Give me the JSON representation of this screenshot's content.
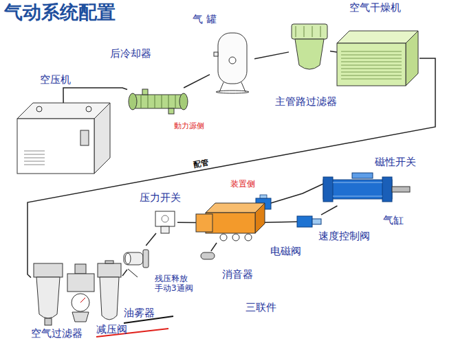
{
  "diagram": {
    "title": "气动系统配置",
    "nodes": [
      {
        "text": [
          "空压机"
        ]
      },
      {
        "text": [
          "后冷却器"
        ]
      },
      {
        "text": [
          "气 罐"
        ]
      },
      {
        "text": [
          "主管路过滤器"
        ]
      },
      {
        "text": [
          "空气干燥机"
        ]
      },
      {
        "text": [
          "空气过滤器"
        ]
      },
      {
        "text": [
          "减压阀"
        ]
      },
      {
        "text": [
          "油雾器"
        ]
      },
      {
        "text": [
          "残压释放 手动3通阀"
        ]
      },
      {
        "text": [
          "压力开关"
        ]
      },
      {
        "text": [
          "电磁阀"
        ]
      },
      {
        "text": [
          "消音器"
        ]
      },
      {
        "text": [
          "速度控制阀"
        ]
      },
      {
        "text": [
          "气缸"
        ]
      }
    ],
    "edges": [
      {
        "from": 0,
        "to": 1,
        "arrow": "none"
      },
      {
        "from": 1,
        "to": 2,
        "arrow": "none"
      },
      {
        "from": 2,
        "to": 3,
        "arrow": "none"
      },
      {
        "from": 3,
        "to": 4,
        "arrow": "none"
      },
      {
        "from": 4,
        "to": 5,
        "label": "配管",
        "arrow": "none"
      },
      {
        "from": 5,
        "to": 6,
        "arrow": "none"
      },
      {
        "from": 6,
        "to": 7,
        "arrow": "none"
      },
      {
        "from": 7,
        "to": 8,
        "arrow": "none"
      },
      {
        "from": 8,
        "to": 9,
        "arrow": "none"
      },
      {
        "from": 9,
        "to": 10,
        "arrow": "none"
      },
      {
        "from": 10,
        "to": 11,
        "arrow": "none"
      },
      {
        "from": 10,
        "to": 12,
        "arrow": "none"
      },
      {
        "from": 12,
        "to": 13,
        "arrow": "none"
      }
    ],
    "labels": [
      "動力源侧",
      "装置侧",
      "三联件",
      "磁性开关"
    ]
  }
}
